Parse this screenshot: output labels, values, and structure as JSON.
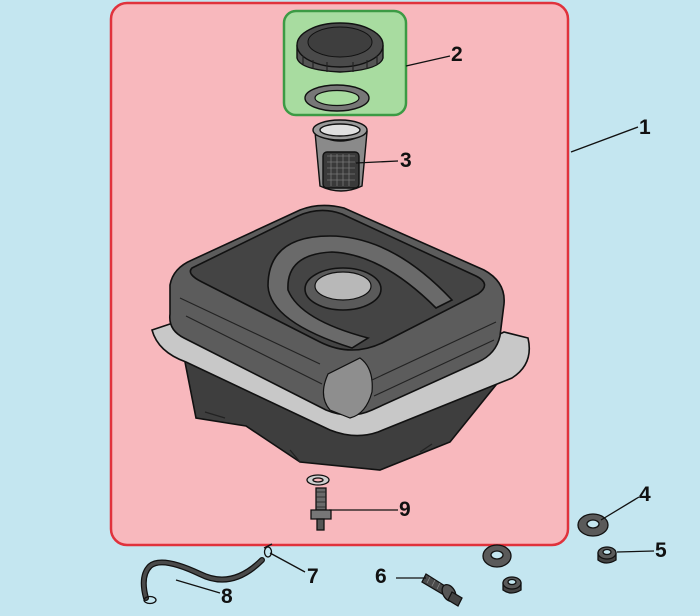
{
  "callouts": {
    "c1": "1",
    "c2": "2",
    "c3": "3",
    "c4": "4",
    "c5": "5",
    "c6": "6",
    "c7": "7",
    "c8": "8",
    "c9": "9"
  },
  "colors": {
    "background": "#c4e6f0",
    "assembly_fill": "#f8b8bd",
    "assembly_border": "#e0323c",
    "cap_group_fill": "#a8dca0",
    "cap_group_border": "#3c9a44",
    "part_dark": "#4a4a4a",
    "part_mid": "#7a7a7a",
    "part_light": "#b4b4b4"
  }
}
